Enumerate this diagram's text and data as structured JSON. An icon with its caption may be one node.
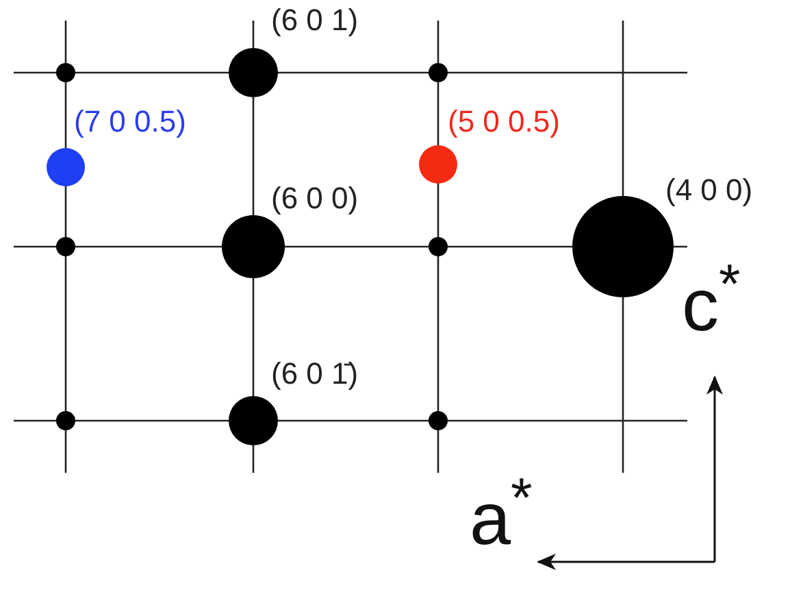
{
  "diagram": {
    "labels": [
      "(6 0 1)",
      "(7 0 0.5)",
      "(5 0 0.5)",
      "(6 0 0)",
      "(4 0 0)",
      "(6 0 1̄)",
      "c$^{*}$",
      "a$^{*}$"
    ]
  }
}
